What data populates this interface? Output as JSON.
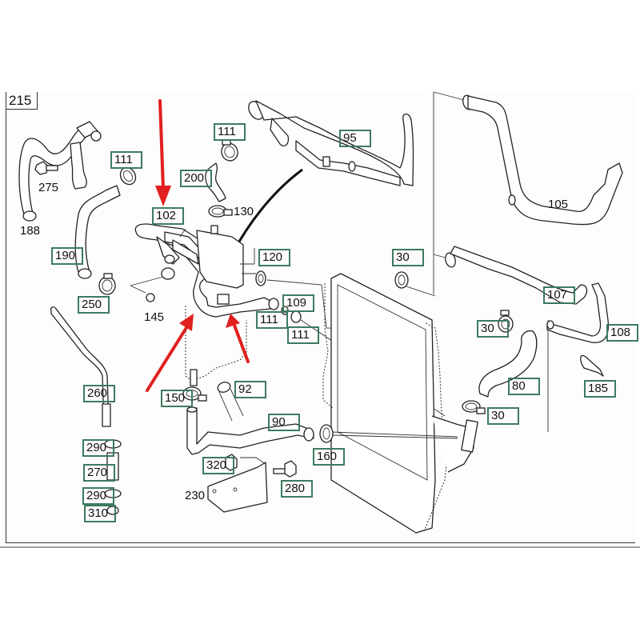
{
  "diagram": {
    "reference_number": "215",
    "colors": {
      "label_border": "#3d7a5e",
      "arrow": "#e0201f",
      "line": "#222222",
      "leader_arrow": "#111111"
    },
    "boxed_labels": [
      {
        "id": "l111a",
        "text": "111"
      },
      {
        "id": "l111b",
        "text": "111"
      },
      {
        "id": "l200",
        "text": "200"
      },
      {
        "id": "l95",
        "text": "95"
      },
      {
        "id": "l102",
        "text": "102"
      },
      {
        "id": "l190",
        "text": "190"
      },
      {
        "id": "l250",
        "text": "250"
      },
      {
        "id": "l120",
        "text": "120"
      },
      {
        "id": "l30a",
        "text": "30"
      },
      {
        "id": "l109",
        "text": "109"
      },
      {
        "id": "l111c",
        "text": "111"
      },
      {
        "id": "l111d",
        "text": "111"
      },
      {
        "id": "l107",
        "text": "107"
      },
      {
        "id": "l30b",
        "text": "30"
      },
      {
        "id": "l108",
        "text": "108"
      },
      {
        "id": "l80",
        "text": "80"
      },
      {
        "id": "l185",
        "text": "185"
      },
      {
        "id": "l30c",
        "text": "30"
      },
      {
        "id": "l260",
        "text": "260"
      },
      {
        "id": "l150",
        "text": "150"
      },
      {
        "id": "l92",
        "text": "92"
      },
      {
        "id": "l90",
        "text": "90"
      },
      {
        "id": "l290a",
        "text": "290"
      },
      {
        "id": "l270",
        "text": "270"
      },
      {
        "id": "l290b",
        "text": "290"
      },
      {
        "id": "l310",
        "text": "310"
      },
      {
        "id": "l320",
        "text": "320"
      },
      {
        "id": "l280",
        "text": "280"
      },
      {
        "id": "l160",
        "text": "160"
      }
    ],
    "plain_labels": [
      {
        "id": "p275",
        "text": "275"
      },
      {
        "id": "p188",
        "text": "188"
      },
      {
        "id": "p130",
        "text": "130"
      },
      {
        "id": "p105",
        "text": "105"
      },
      {
        "id": "p145",
        "text": "145"
      },
      {
        "id": "p230",
        "text": "230"
      }
    ],
    "annotation_arrows": [
      {
        "name": "arrow-down-to-102",
        "color": "red"
      },
      {
        "name": "arrow-up-left-to-tank",
        "color": "red"
      },
      {
        "name": "arrow-up-to-hose-connection",
        "color": "red"
      },
      {
        "name": "leader-arrow-to-expansion-tank",
        "color": "black"
      }
    ]
  }
}
